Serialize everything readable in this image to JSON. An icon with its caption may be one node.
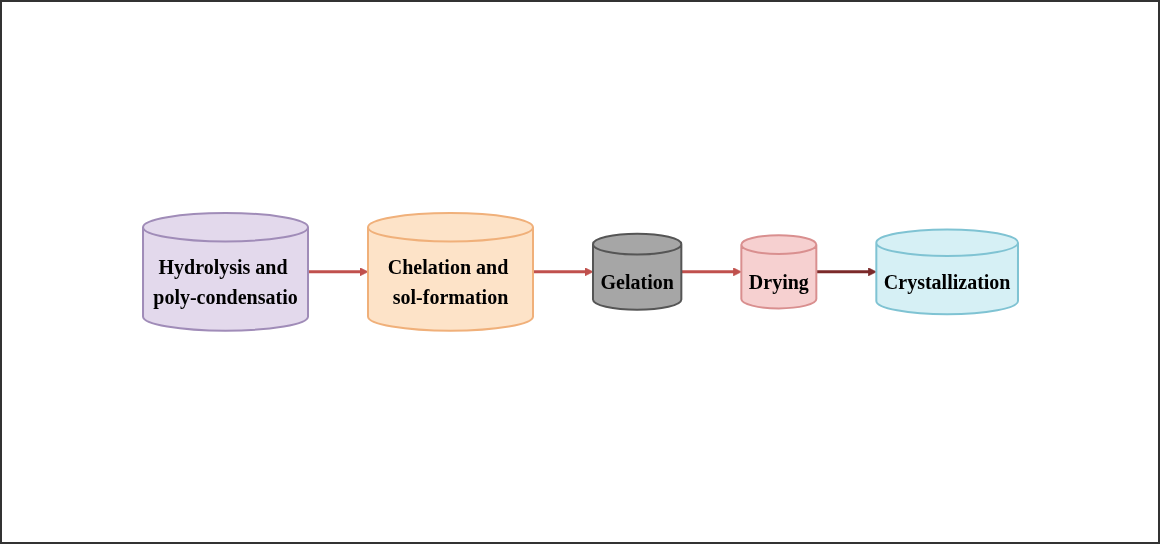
{
  "diagram": {
    "nodes": [
      {
        "text": [
          "Hydrolysis and poly-condensatio"
        ]
      },
      {
        "text": [
          "Chelation and sol-formation"
        ]
      },
      {
        "text": [
          "Gelation"
        ]
      },
      {
        "text": [
          "Drying"
        ]
      },
      {
        "text": [
          "Crystallization"
        ]
      }
    ],
    "edges": [
      {
        "from": 0,
        "to": 1,
        "arrow": "to"
      },
      {
        "from": 1,
        "to": 2,
        "arrow": "to"
      },
      {
        "from": 2,
        "to": 3,
        "arrow": "to"
      },
      {
        "from": 3,
        "to": 4,
        "arrow": "to",
        "color": "#7b2a2a"
      }
    ]
  }
}
